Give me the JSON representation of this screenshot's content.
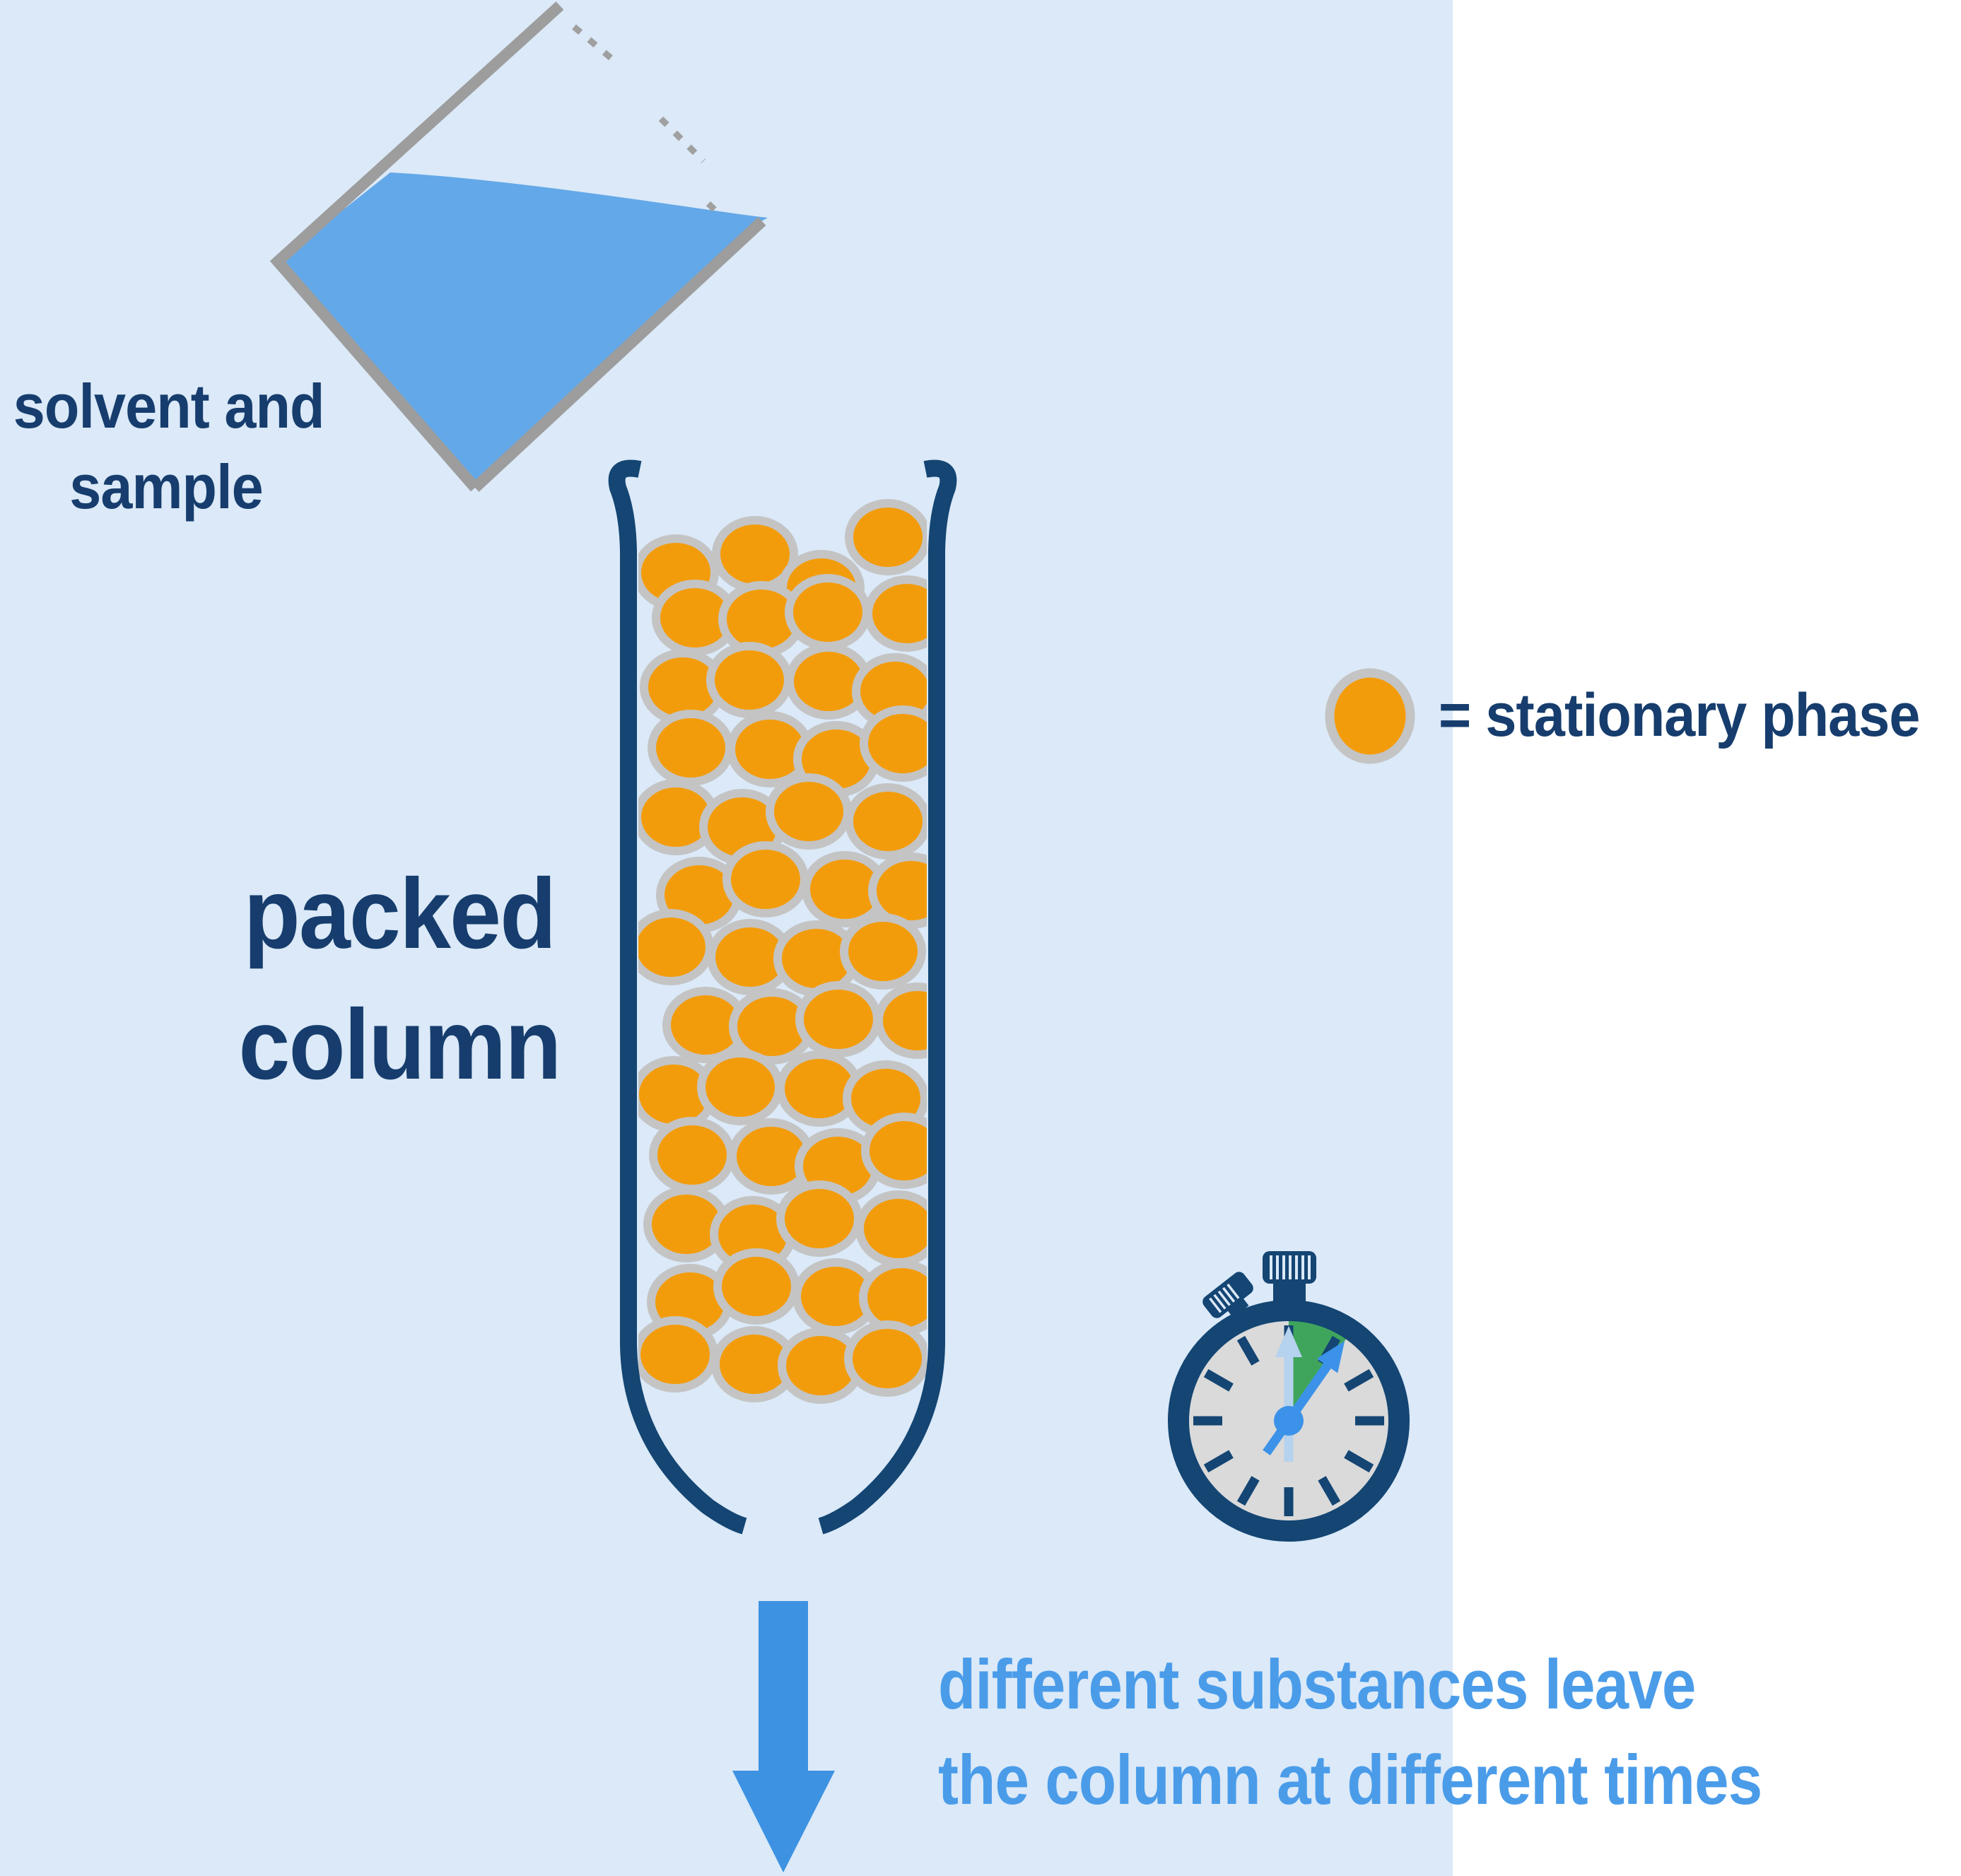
{
  "title": "column chromatography diagram",
  "beaker_label": {
    "line1": "solvent and",
    "line2": "sample"
  },
  "column_label": {
    "line1": "packed",
    "line2": "column"
  },
  "legend": {
    "label": "= stationary phase"
  },
  "outflow_label": {
    "line1": "different substances leave",
    "line2": "the column at different times"
  },
  "icons": [
    "beaker-pouring-icon",
    "packed-column-icon",
    "stationary-phase-bead-icon",
    "stopwatch-icon",
    "down-arrow-icon"
  ],
  "colors": {
    "background_left": "#dbe9f8",
    "background_right": "#ffffff",
    "column_navy": "#144573",
    "text_navy": "#163d6d",
    "bead_orange": "#f39c0b",
    "bead_ring_gray": "#c4c4c4",
    "beaker_gray": "#9d9d9d",
    "liquid_blue": "#63a8e8",
    "arrow_blue": "#3d92e2",
    "outflow_text_blue": "#4a9ce9",
    "stopwatch_face_gray": "#dadada",
    "stopwatch_green": "#3fa55c",
    "hand_light_blue": "#b5d2ee",
    "hand_blue": "#3c92e8"
  }
}
